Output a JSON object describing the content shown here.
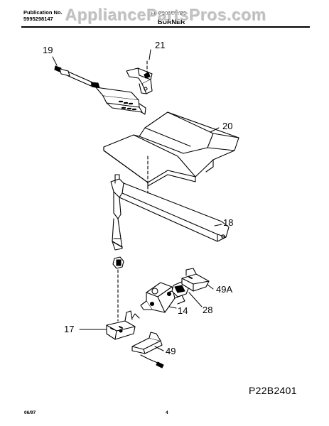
{
  "header": {
    "publication_label": "Publication No.",
    "publication_number": "5995298147",
    "model": "FGC901DWB3",
    "section_title": "BURNER"
  },
  "watermark": "AppliancePartsPros.com",
  "callouts": {
    "c19": "19",
    "c21": "21",
    "c20": "20",
    "c18": "18",
    "c49a": "49A",
    "c28": "28",
    "c17": "17",
    "c14": "14",
    "c49": "49"
  },
  "diagram_code": "P22B2401",
  "footer": {
    "date": "06/97",
    "page": "4"
  }
}
